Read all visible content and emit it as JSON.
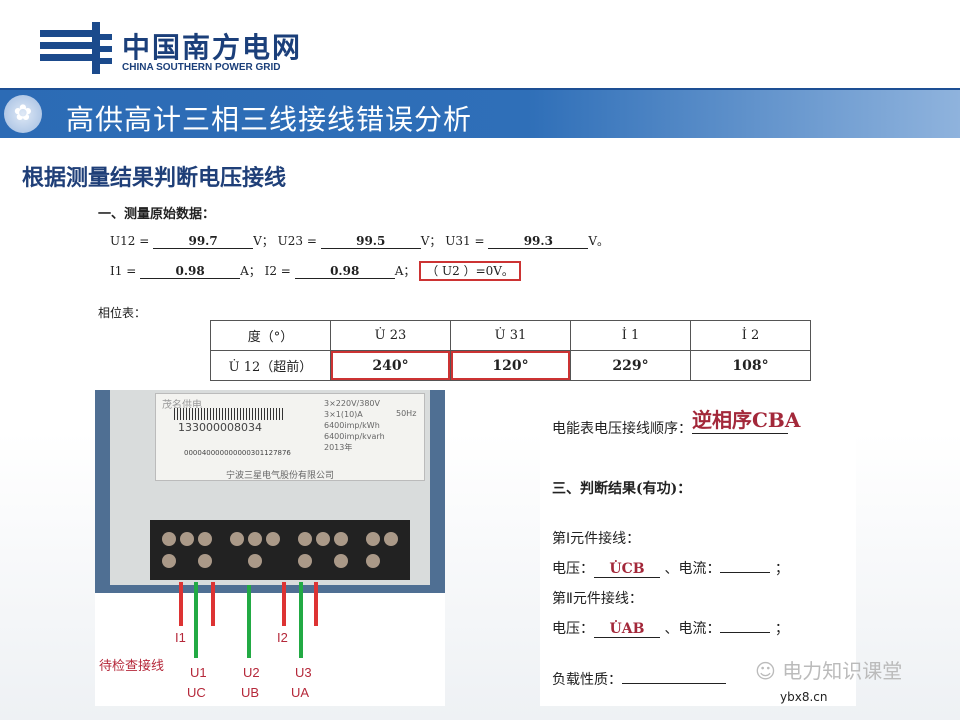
{
  "header": {
    "logo_cn": "中国南方电网",
    "logo_en": "CHINA SOUTHERN POWER GRID",
    "title": "高供高计三相三线接线错误分析",
    "brand_color": "#1b4a8c",
    "banner_color": "#2c6bb5"
  },
  "subtitle": "根据测量结果判断电压接线",
  "measure": {
    "heading": "一、测量原始数据：",
    "u12_label": "U12",
    "u12": "99.7",
    "u23_label": "U23",
    "u23": "99.5",
    "u31_label": "U31",
    "u31": "99.3",
    "i1_label": "I1",
    "i1": "0.98",
    "i2_label": "I2",
    "i2": "0.98",
    "u2_note": "（ U2 ）=0V。",
    "eq": "=",
    "unit_v": "V；",
    "unit_v_end": "V。",
    "unit_a": "A；",
    "unit_a2": "A；"
  },
  "phase_table": {
    "label": "相位表：",
    "headers": [
      "度（°）",
      "U̇ 23",
      "U̇ 31",
      "İ 1",
      "İ 2"
    ],
    "row_label": "U̇ 12（超前）",
    "values": [
      "240°",
      "120°",
      "229°",
      "108°"
    ]
  },
  "photo": {
    "company_top": "茂名供电",
    "serial": "133000008034",
    "asset": "000040000000000301127876",
    "specs": [
      "3×220V/380V",
      "3×1(10)A",
      "6400imp/kWh",
      "6400imp/kvarh",
      "2013年"
    ],
    "freq": "50Hz",
    "manufacturer": "宁波三星电气股份有限公司",
    "labels": {
      "i1": "I1",
      "i2": "I2",
      "u1": "U1",
      "u2": "U2",
      "u3": "U3",
      "uc": "UC",
      "ub": "UB",
      "ua": "UA",
      "check": "待检查接线"
    }
  },
  "answers": {
    "seq_label": "电能表电压接线顺序：",
    "seq_value": "逆相序CBA",
    "result_heading": "三、判断结果(有功)：",
    "elem1_label": "第Ⅰ元件接线：",
    "elem2_label": "第Ⅱ元件接线：",
    "voltage_label": "电压：",
    "current_label": "、电流：",
    "end": "；",
    "elem1_voltage": "U̇CB",
    "elem2_voltage": "U̇AB",
    "load_label": "负载性质："
  },
  "watermark": {
    "text": "电力知识课堂",
    "url": "ybx8.cn"
  }
}
